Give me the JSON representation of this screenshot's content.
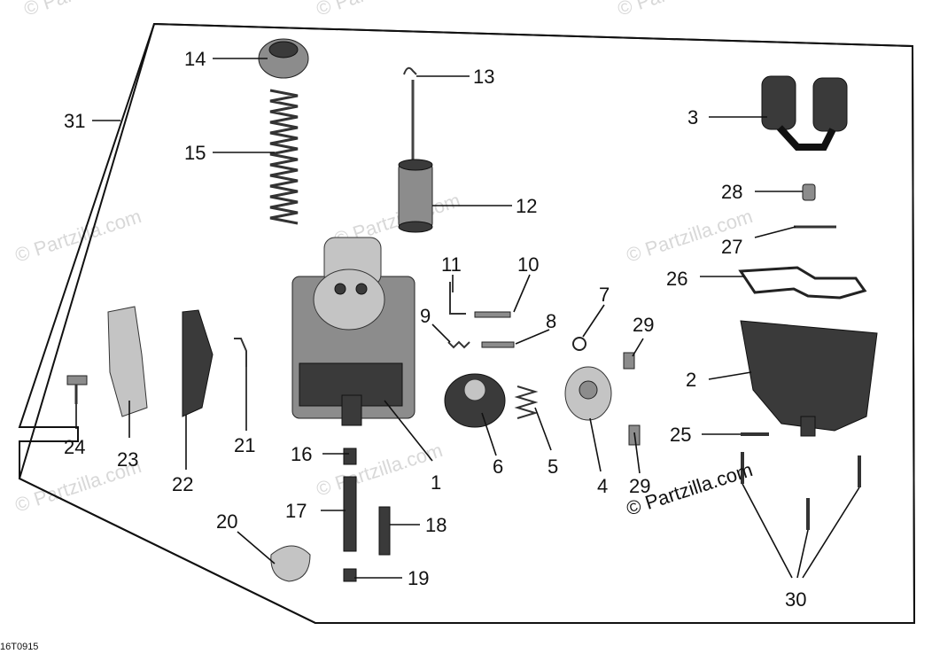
{
  "callouts": {
    "p1": "1",
    "p2": "2",
    "p3": "3",
    "p4": "4",
    "p5": "5",
    "p6": "6",
    "p7": "7",
    "p8": "8",
    "p9": "9",
    "p10": "10",
    "p11": "11",
    "p12": "12",
    "p13": "13",
    "p14": "14",
    "p15": "15",
    "p16": "16",
    "p17": "17",
    "p18": "18",
    "p19": "19",
    "p20": "20",
    "p21": "21",
    "p22": "22",
    "p23": "23",
    "p24": "24",
    "p25": "25",
    "p26": "26",
    "p27": "27",
    "p28": "28",
    "p29a": "29",
    "p29b": "29",
    "p30": "30",
    "p31": "31"
  },
  "watermark": {
    "brand": "© Partzilla.com",
    "faint": "© Partzilla.com"
  },
  "figure_code": "16T0915"
}
